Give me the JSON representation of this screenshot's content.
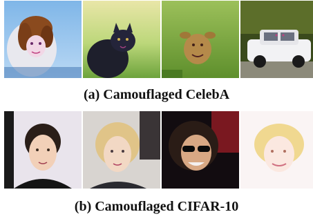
{
  "figure": {
    "panel_a": {
      "caption": "(a) Camouflaged CelebA",
      "images": [
        {
          "subject": "face-camouflaged-as-dog"
        },
        {
          "subject": "face-camouflaged-as-black-cat"
        },
        {
          "subject": "face-camouflaged-as-deer"
        },
        {
          "subject": "face-camouflaged-as-car"
        }
      ]
    },
    "panel_b": {
      "caption": "(b) Camouflaged CIFAR-10",
      "images": [
        {
          "subject": "man-with-dark-hair"
        },
        {
          "subject": "woman-with-blonde-hair"
        },
        {
          "subject": "woman-with-sunglasses"
        },
        {
          "subject": "blonde-woman-overexposed"
        }
      ]
    }
  }
}
